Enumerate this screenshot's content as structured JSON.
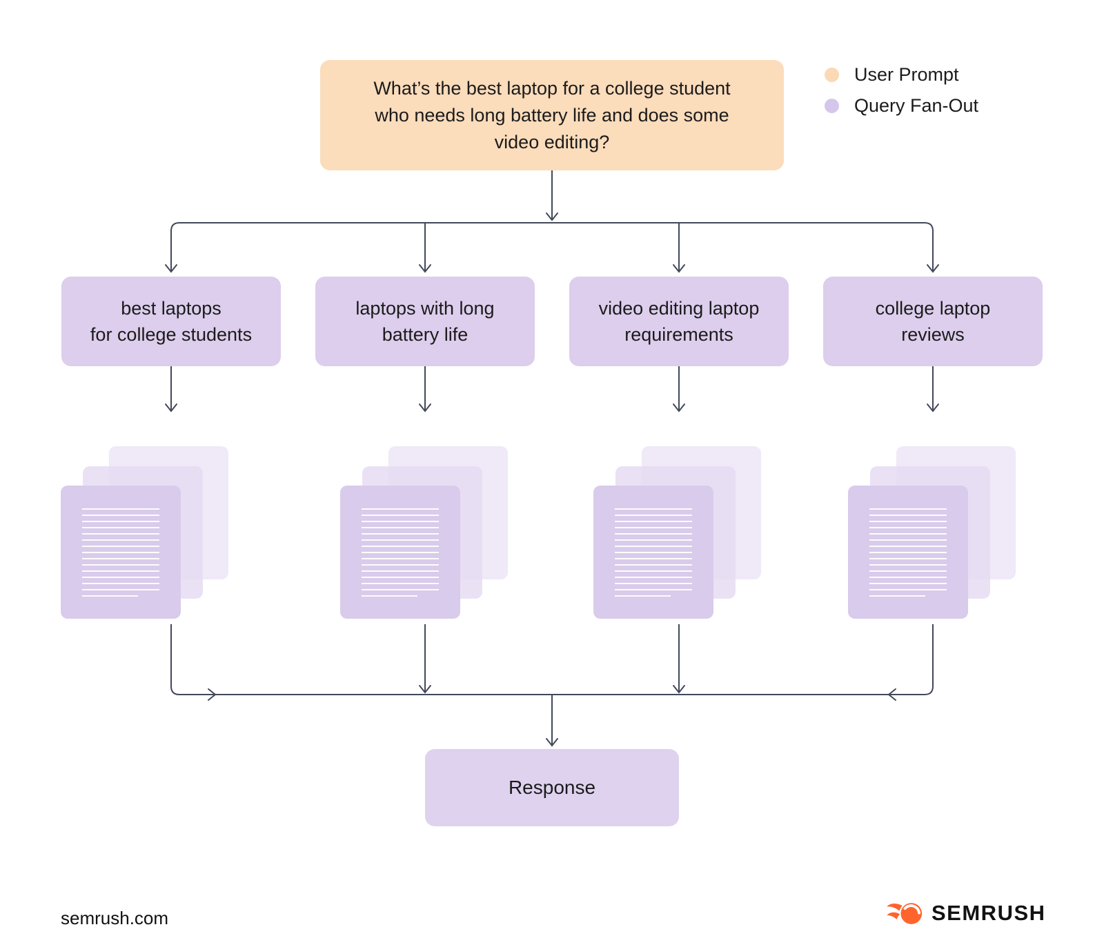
{
  "diagram": {
    "prompt": {
      "lines": [
        "What’s the best laptop for a college student",
        "who needs long battery life and does some",
        "video editing?"
      ]
    },
    "legend": [
      {
        "label": "User Prompt",
        "dot_color": "#FBD9B5"
      },
      {
        "label": "Query Fan-Out",
        "dot_color": "#D5C6EC"
      }
    ],
    "queries": [
      {
        "lines": [
          "best laptops",
          "for college students"
        ]
      },
      {
        "lines": [
          "laptops with long",
          "battery life"
        ]
      },
      {
        "lines": [
          "video editing laptop",
          "requirements"
        ]
      },
      {
        "lines": [
          "college laptop",
          "reviews"
        ]
      }
    ],
    "response_label": "Response"
  },
  "footer": {
    "site": "semrush.com",
    "brand": "SEMRUSH"
  },
  "icons": {
    "legend_user_prompt": "user-prompt-dot",
    "legend_query_fan_out": "query-fan-out-dot",
    "brand_logo": "semrush-fireball-icon",
    "document_stacks": "document-stack"
  },
  "colors": {
    "user_prompt_box": "#FBDCBB",
    "query_box": "#DCCEEC",
    "response_box": "#DED2EF",
    "document_front": "#D9CBEB",
    "document_mid": "#E6DCF3",
    "document_back": "#EFE9F8",
    "connector": "#424759",
    "text": "#1B1B1B",
    "brand_orange": "#FF642D",
    "background": "#FFFFFF"
  }
}
